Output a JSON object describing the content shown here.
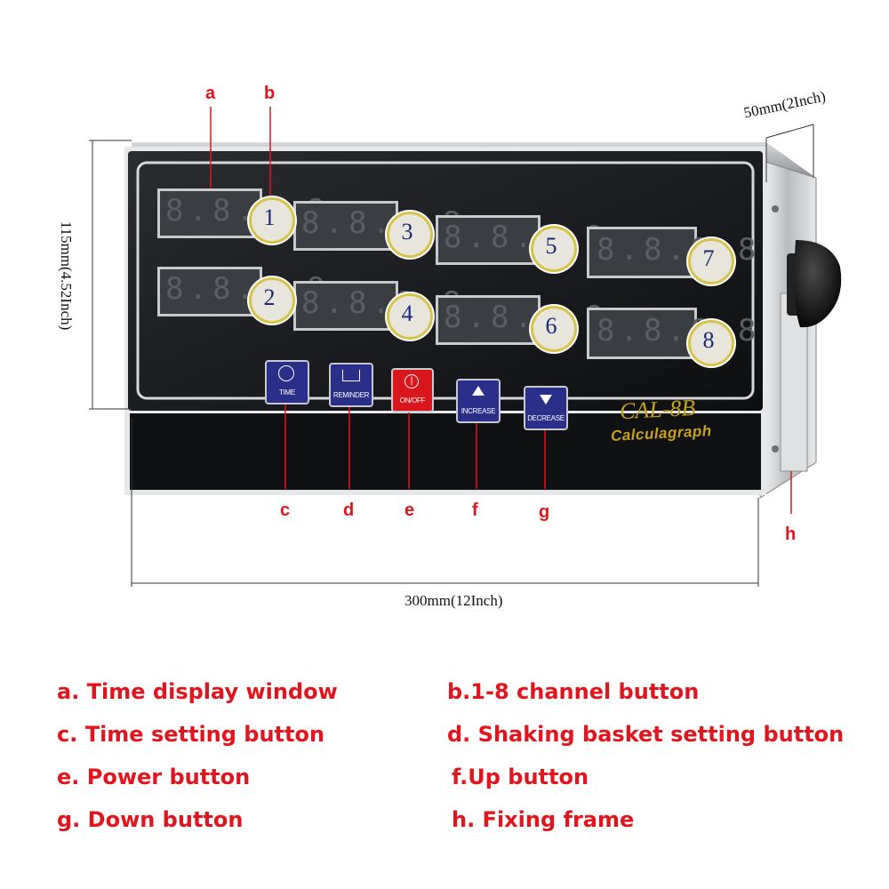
{
  "dimensions": {
    "height": "115mm(4.52Inch)",
    "depth": "50mm(2Inch)",
    "width": "300mm(12Inch)"
  },
  "callouts": [
    "a",
    "b",
    "c",
    "d",
    "e",
    "f",
    "g",
    "h"
  ],
  "device": {
    "model": "CAL-8B",
    "subtitle": "Calculagraph",
    "displays": [
      "8.8.8.8",
      "8.8.8.8",
      "8.8.8.8",
      "8.8.8.8",
      "8.8.8.8",
      "8.8.8.8",
      "8.8.8.8",
      "8.8.8.8"
    ],
    "channels": [
      "1",
      "2",
      "3",
      "4",
      "5",
      "6",
      "7",
      "8"
    ],
    "buttons": {
      "time": "TIME",
      "reminder": "REMINDER",
      "onoff": "ON/OFF",
      "increase": "INCREASE",
      "decrease": "DECREASE"
    }
  },
  "legend": [
    "a. Time display window",
    "b.1-8 channel button",
    "c. Time setting button",
    "d. Shaking basket setting button",
    "e. Power button",
    "f.Up button",
    "g. Down button",
    "h. Fixing frame"
  ],
  "colors": {
    "callout_red": "#e2141c",
    "panel_black": "#15171a",
    "model_gold": "#c8a21c",
    "button_blue": "#2a2f8a",
    "power_red": "#d8161c"
  }
}
